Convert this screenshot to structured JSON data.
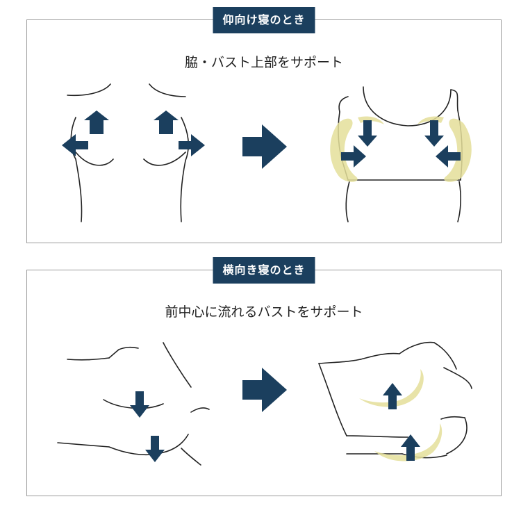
{
  "sections": [
    {
      "tag": "仰向け寝のとき",
      "subtitle": "脇・バスト上部をサポート"
    },
    {
      "tag": "横向き寝のとき",
      "subtitle": "前中心に流れるバストをサポート"
    }
  ],
  "colors": {
    "navy": "#1b3f5e",
    "line": "#222222",
    "support_yellow": "#e4df9a",
    "border": "#9a9a9a"
  },
  "icons": {
    "arrow": "navy-block-arrow",
    "support": "crescent-highlight"
  }
}
